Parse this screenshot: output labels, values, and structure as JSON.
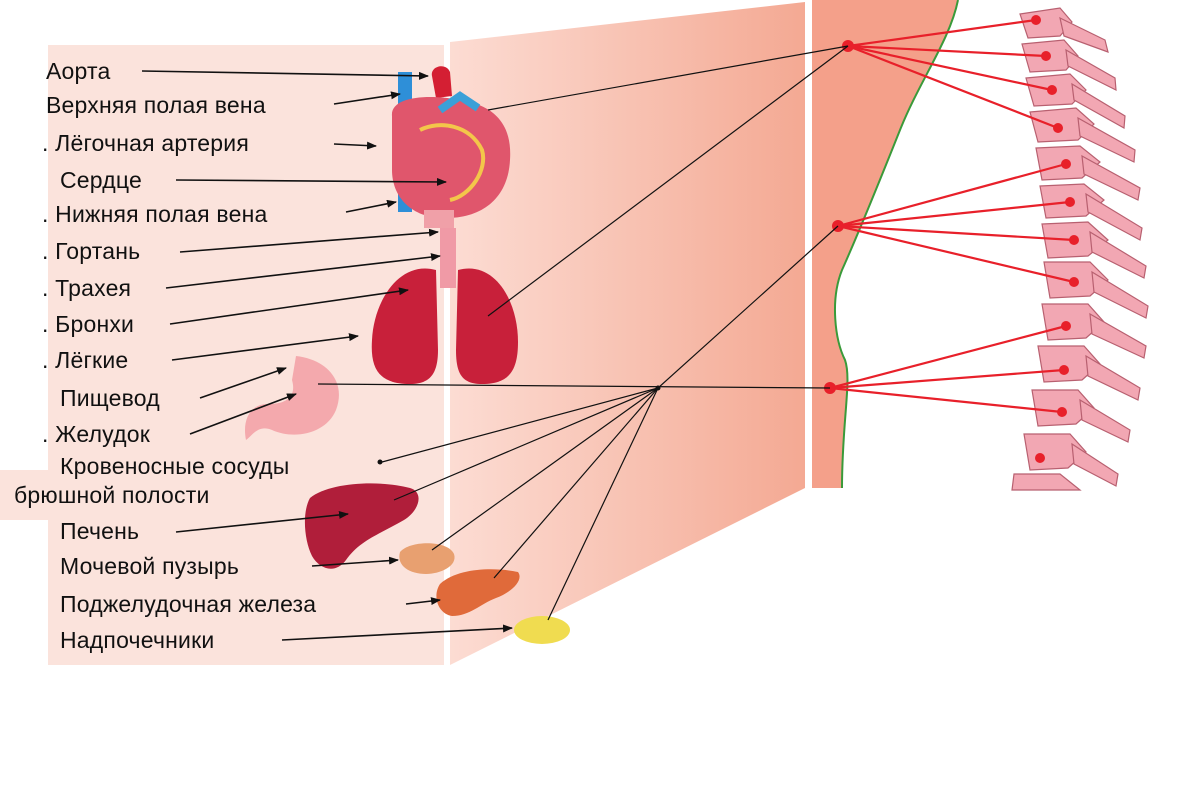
{
  "labels": {
    "aorta": "Аорта",
    "superior_vena_cava": "Верхняя полая вена",
    "pulmonary_artery": ". Лёгочная артерия",
    "heart": "Сердце",
    "inferior_vena_cava": ". Нижняя полая вена",
    "larynx": ". Гортань",
    "trachea": ". Трахея",
    "bronchi": ". Бронхи",
    "lungs": ". Лёгкие",
    "esophagus": "Пищевод",
    "stomach": ". Желудок",
    "vessels_line1": "Кровеносные сосуды",
    "vessels_line2": "брюшной полости",
    "liver": "Печень",
    "bladder": "Мочевой пузырь",
    "pancreas": "Поджелудочная железа",
    "adrenals": "Надпочечники"
  },
  "colors": {
    "nerve_line": "#e8202a",
    "node": "#e8202a",
    "band_light": "#fbe3dc",
    "band_mid": "#f6b8a8",
    "band_dark": "#f2a592",
    "body_outline": "#3a9a3a",
    "vertebra": "#f2a7b3",
    "heart": "#e0425a",
    "lungs": "#c8203a",
    "liver": "#b01e3a",
    "stomach": "#f4a9ad",
    "bladder": "#e8a070",
    "pancreas": "#e06a3a",
    "adrenal": "#f0dc50"
  }
}
